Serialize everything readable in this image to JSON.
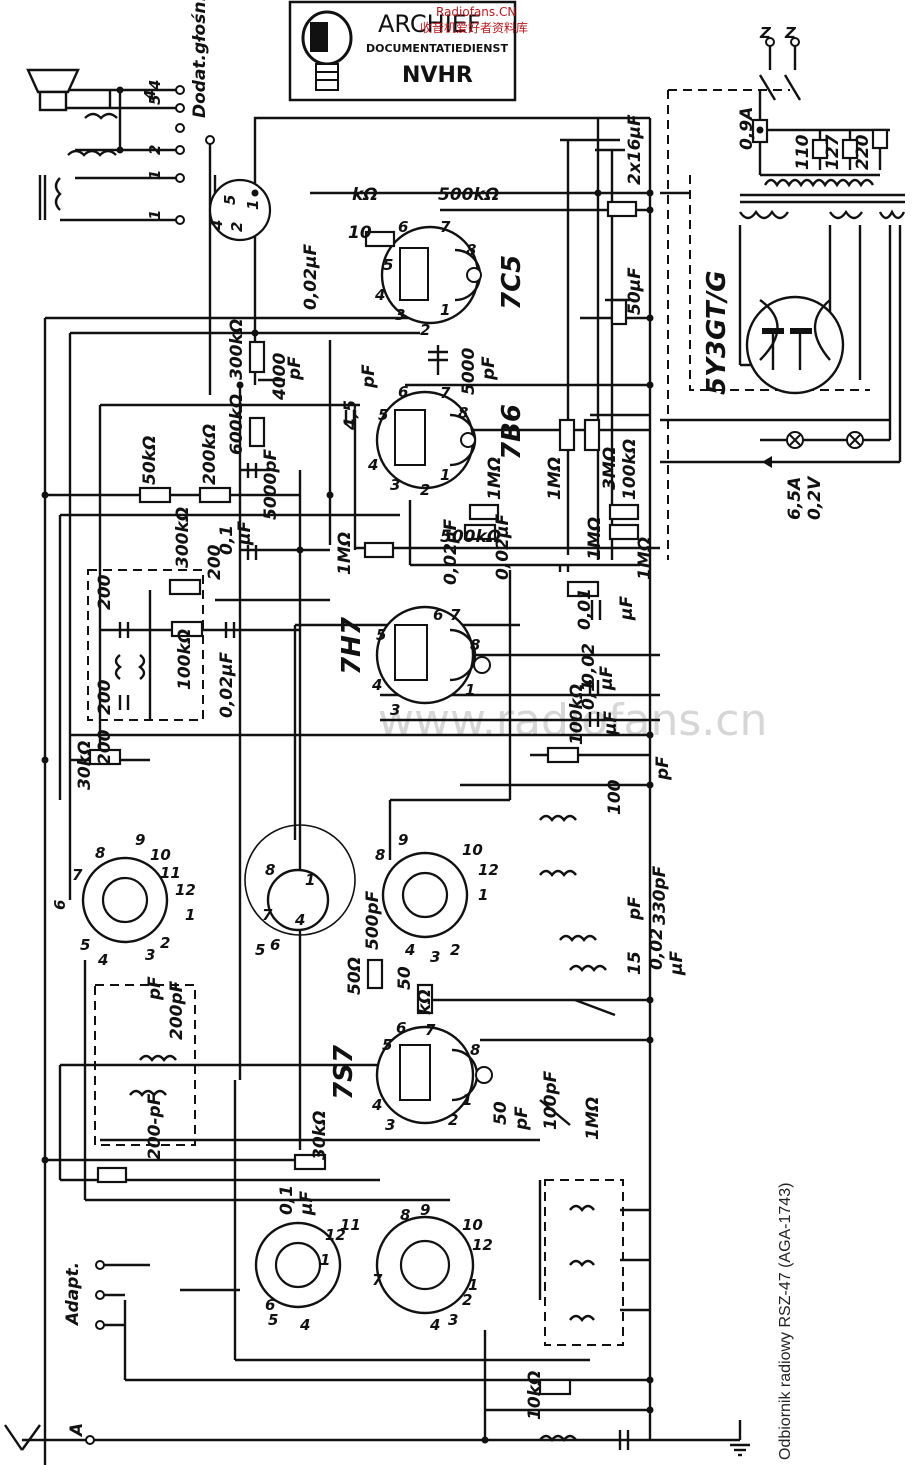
{
  "stamp": {
    "line1": "ARCHIEF",
    "line2": "DOCUMENTATIEDIENST",
    "line3": "NVHR"
  },
  "watermark": {
    "site_top": "Radiofans.CN",
    "site_cn": "收音机爱好者资料库",
    "site_mid": "www.radiofans.cn"
  },
  "caption": "Odbiornik radiowy RSZ-47 (AGA-1743)",
  "tubes": [
    "7C5",
    "7B6",
    "7H7",
    "7S7",
    "5Y3GT/G"
  ],
  "terminals": {
    "speaker_extra": "Dodat.głośn.",
    "adapter": "Adapt.",
    "antenna": "A",
    "speaker_pins": [
      "4",
      "5",
      "2",
      "1",
      "1"
    ]
  },
  "power": {
    "fuse": "0,9A",
    "taps": [
      "110",
      "127",
      "220"
    ],
    "lamp_rating_a": "6,5A",
    "lamp_rating_v": "0,2V"
  },
  "components": {
    "r_500k": "500kΩ",
    "r_top": "kΩ",
    "c_2x16": "2x16μF",
    "c_002": "0,02μF",
    "r_10": "10",
    "c_50": "50μF",
    "c_5000pf": "5000",
    "pf": "pF",
    "c_4000": "4000",
    "r_300k": "300kΩ",
    "c_45": "4,5",
    "r_600k": "600kΩ",
    "c_5000": "5000pF",
    "r_50k": "50kΩ",
    "r_200k": "200kΩ",
    "r_1m": "1MΩ",
    "r_3m": "3MΩ",
    "r_100k": "100kΩ",
    "r_1m_b": "1MΩ",
    "r_500k_b": "500kΩ",
    "r_1m_c": "1MΩ",
    "c_001": "0,01",
    "uf": "μF",
    "c_01": "0,1",
    "r_300k_b": "300kΩ",
    "r_200": "200",
    "c_002_b": "0,02μF",
    "r_100k_b": "100kΩ",
    "c_200a": "200",
    "c_200b": "200",
    "r_200_b": "200",
    "r_30k": "30kΩ",
    "r_100k_c": "100kΩ",
    "c_100": "100",
    "c_330": "330pF",
    "c_15": "15",
    "c_002_c": "0,02",
    "c_500": "500pF",
    "r_50": "50Ω",
    "r_50k_b": "50",
    "kohm": "kΩ",
    "c_200pf": "200pF",
    "c_200pf_b": "200-pF",
    "r_30k_b": "30kΩ",
    "c_50pf": "50",
    "c_100pf": "100pF",
    "r_1m_d": "1MΩ",
    "c_01b": "0,1",
    "r_10k": "10kΩ",
    "c_002_d": "0,02"
  }
}
